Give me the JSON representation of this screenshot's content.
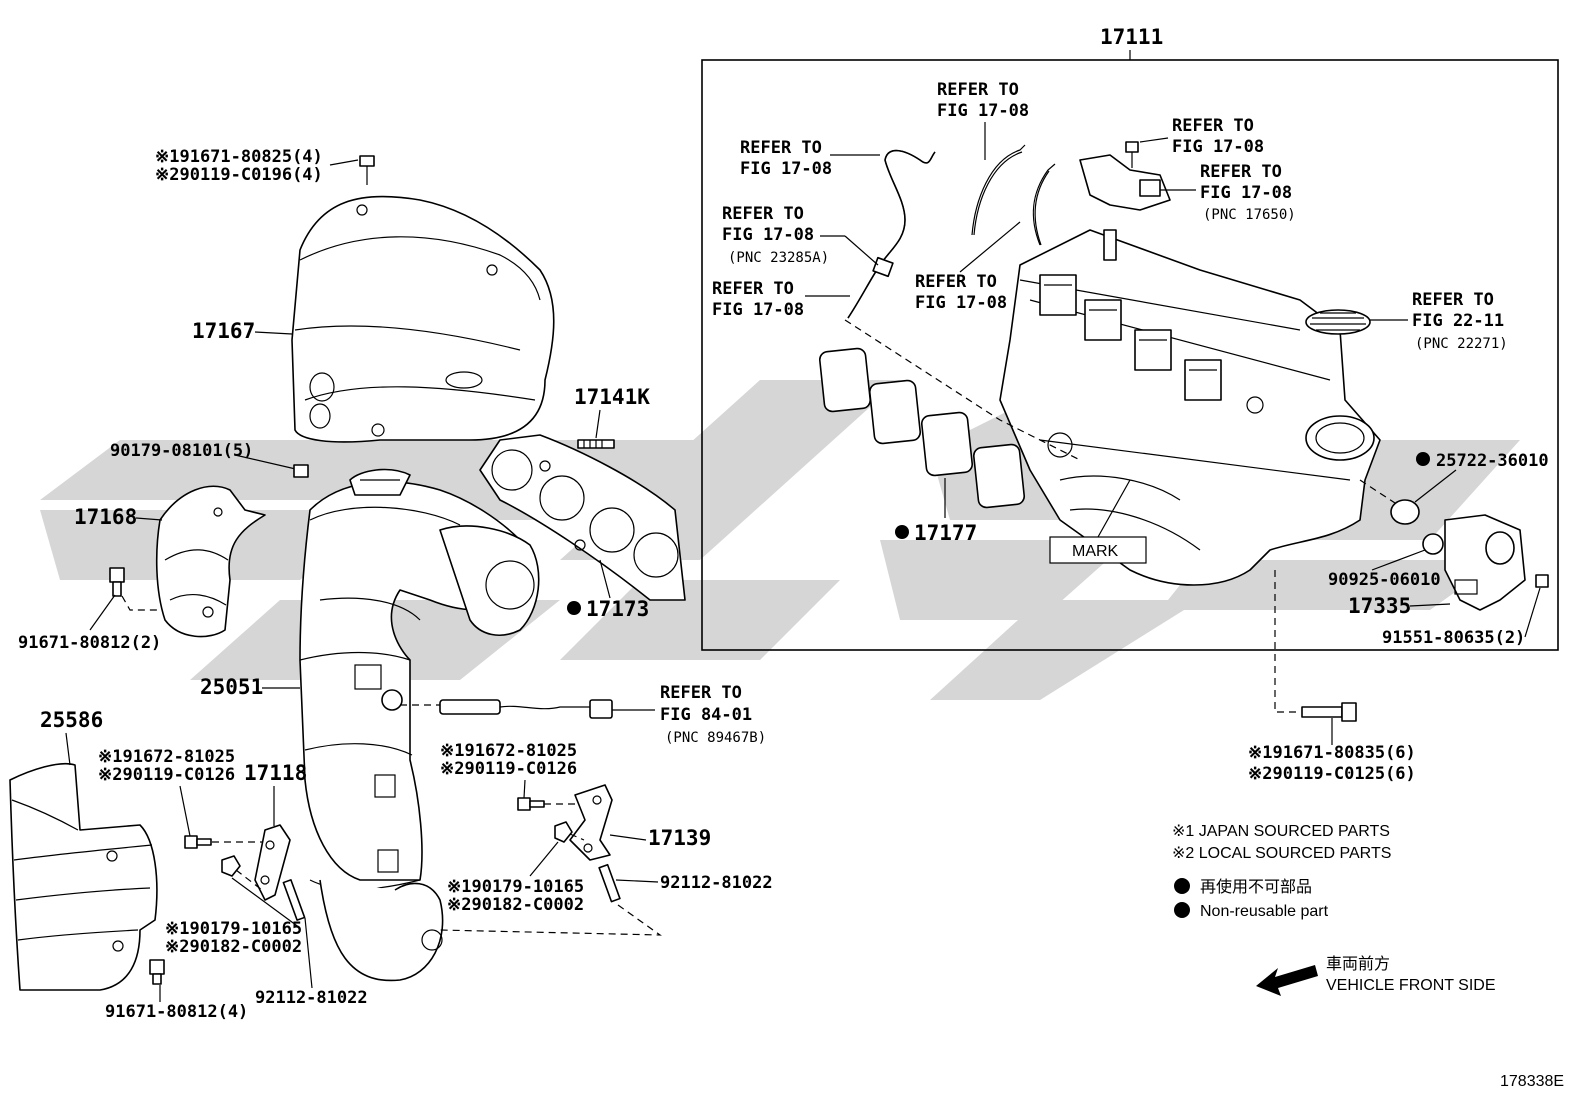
{
  "diagram_id": "178338E",
  "assembly_label": "17111",
  "mark_box": "MARK",
  "labels": {
    "l17167": "17167",
    "l17168": "17168",
    "l17141k": "17141K",
    "l17173": "17173",
    "l17177": "17177",
    "l25051": "25051",
    "l25586": "25586",
    "l17118": "17118",
    "l17139": "17139",
    "l17335": "17335",
    "heat_bolt_1": "※191671-80825(4)",
    "heat_bolt_2": "※290119-C0196(4)",
    "bolt_90179": "90179-08101(5)",
    "bolt_91671_2": "91671-80812(2)",
    "bolt_91671_4": "91671-80812(4)",
    "left_bolt_1": "※191672-81025",
    "left_bolt_2": "※290119-C0126",
    "mid_bolt_1": "※191672-81025",
    "mid_bolt_2": "※290119-C0126",
    "nut_left_1": "※190179-10165",
    "nut_left_2": "※290182-C0002",
    "nut_mid_1": "※190179-10165",
    "nut_mid_2": "※290182-C0002",
    "stud_left": "92112-81022",
    "stud_mid": "92112-81022",
    "ref_8401_a": "REFER TO",
    "ref_8401_b": "FIG 84-01",
    "ref_8401_c": "(PNC 89467B)",
    "ref1_a": "REFER TO",
    "ref1_b": "FIG 17-08",
    "ref2_a": "REFER TO",
    "ref2_b": "FIG 17-08",
    "ref2_c": "(PNC 23285A)",
    "ref3_a": "REFER TO",
    "ref3_b": "FIG 17-08",
    "ref4_a": "REFER TO",
    "ref4_b": "FIG 17-08",
    "ref5_a": "REFER TO",
    "ref5_b": "FIG 17-08",
    "ref6_a": "REFER TO",
    "ref6_b": "FIG 17-08",
    "ref7_a": "REFER TO",
    "ref7_b": "FIG 17-08",
    "ref7_c": "(PNC 17650)",
    "ref2211_a": "REFER TO",
    "ref2211_b": "FIG 22-11",
    "ref2211_c": "(PNC 22271)",
    "o_ring": "25722-36010",
    "gasket_9092": "90925-06010",
    "bolt_91551": "91551-80635(2)",
    "bolt_91671_6_1": "※191671-80835(6)",
    "bolt_91671_6_2": "※290119-C0125(6)"
  },
  "legend": {
    "note1": "※1 JAPAN SOURCED PARTS",
    "note2": "※2 LOCAL SOURCED PARTS",
    "nonreuse_jp": "再使用不可部品",
    "nonreuse_en": "Non-reusable part",
    "front_jp": "車両前方",
    "front_en": "VEHICLE FRONT SIDE"
  },
  "colors": {
    "line": "#000000",
    "watermark": "#d3d3d3",
    "background": "#ffffff"
  }
}
